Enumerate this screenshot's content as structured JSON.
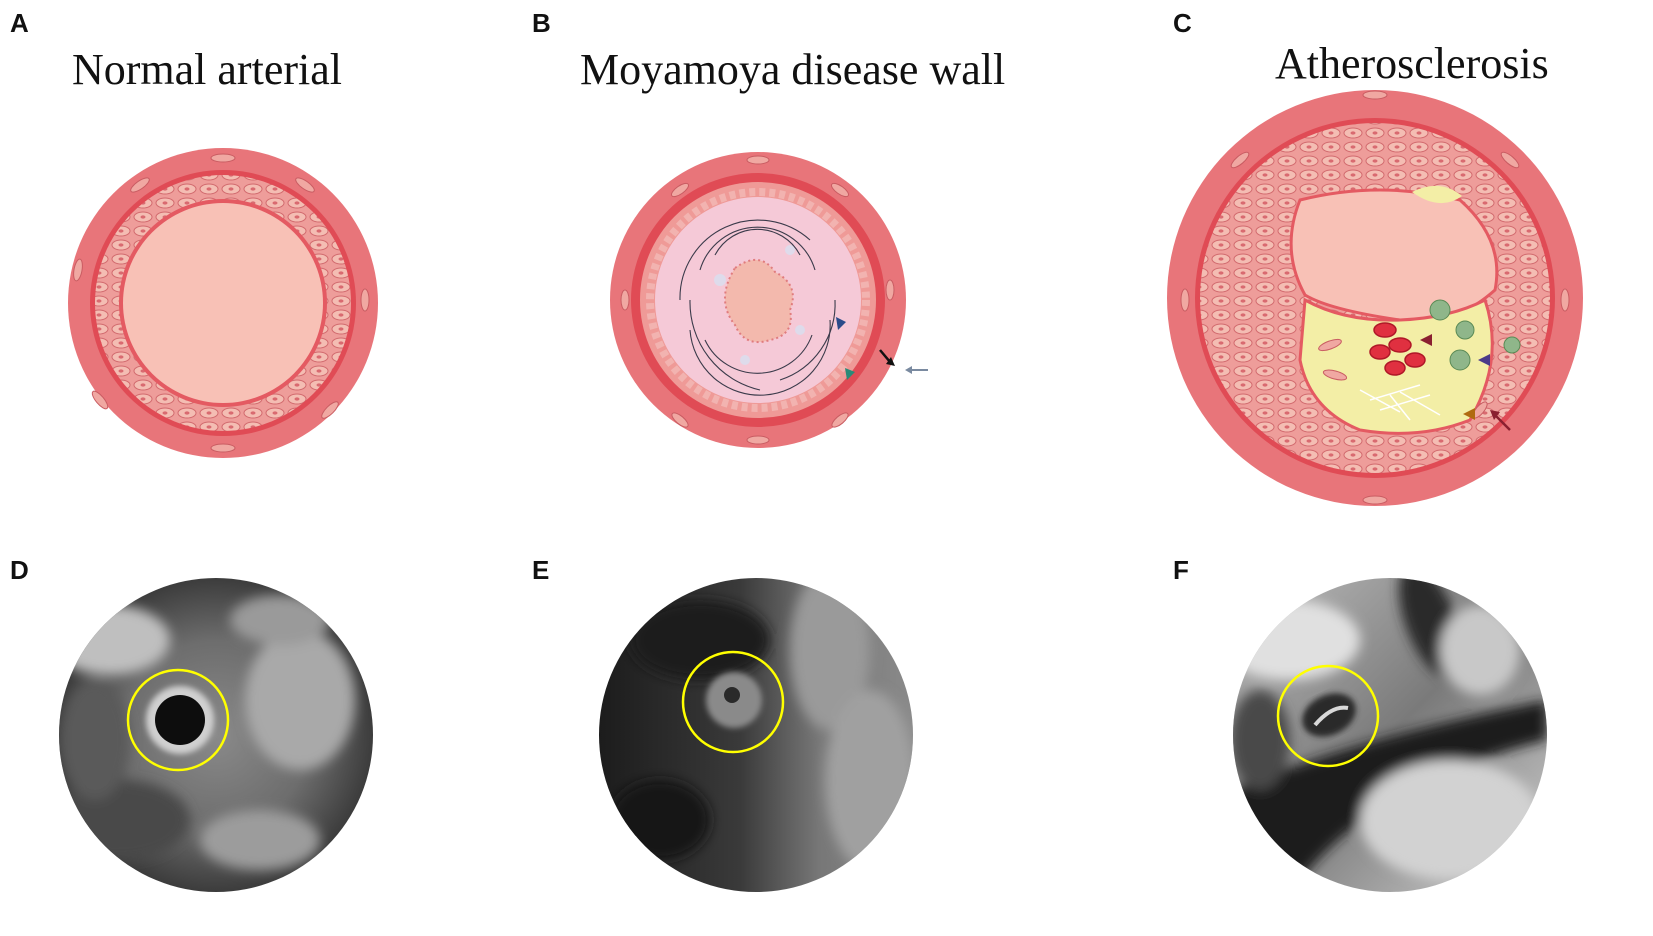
{
  "panels": {
    "a": {
      "letter": "A",
      "title": "Normal arterial"
    },
    "b": {
      "letter": "B",
      "title": "Moyamoya  disease wall"
    },
    "c": {
      "letter": "C",
      "title": "Atherosclerosis"
    },
    "d": {
      "letter": "D"
    },
    "e": {
      "letter": "E"
    },
    "f": {
      "letter": "F"
    }
  },
  "colors": {
    "adventitia": "#e8757a",
    "media": "#ef9a97",
    "elastic": "#e04b55",
    "lumen": "#f8c1b6",
    "intima_thick": "#f5c9d7",
    "lipid_core": "#f3eea6",
    "highlight_circle": "#ffff00",
    "arrow_blue": "#2a4b8a",
    "arrow_teal": "#2a8a78",
    "arrow_black": "#111111",
    "arrow_gray": "#7a8aa0",
    "arrow_red": "#8a2030",
    "arrow_purple": "#4a3a8a",
    "arrow_orange": "#b06a10"
  }
}
